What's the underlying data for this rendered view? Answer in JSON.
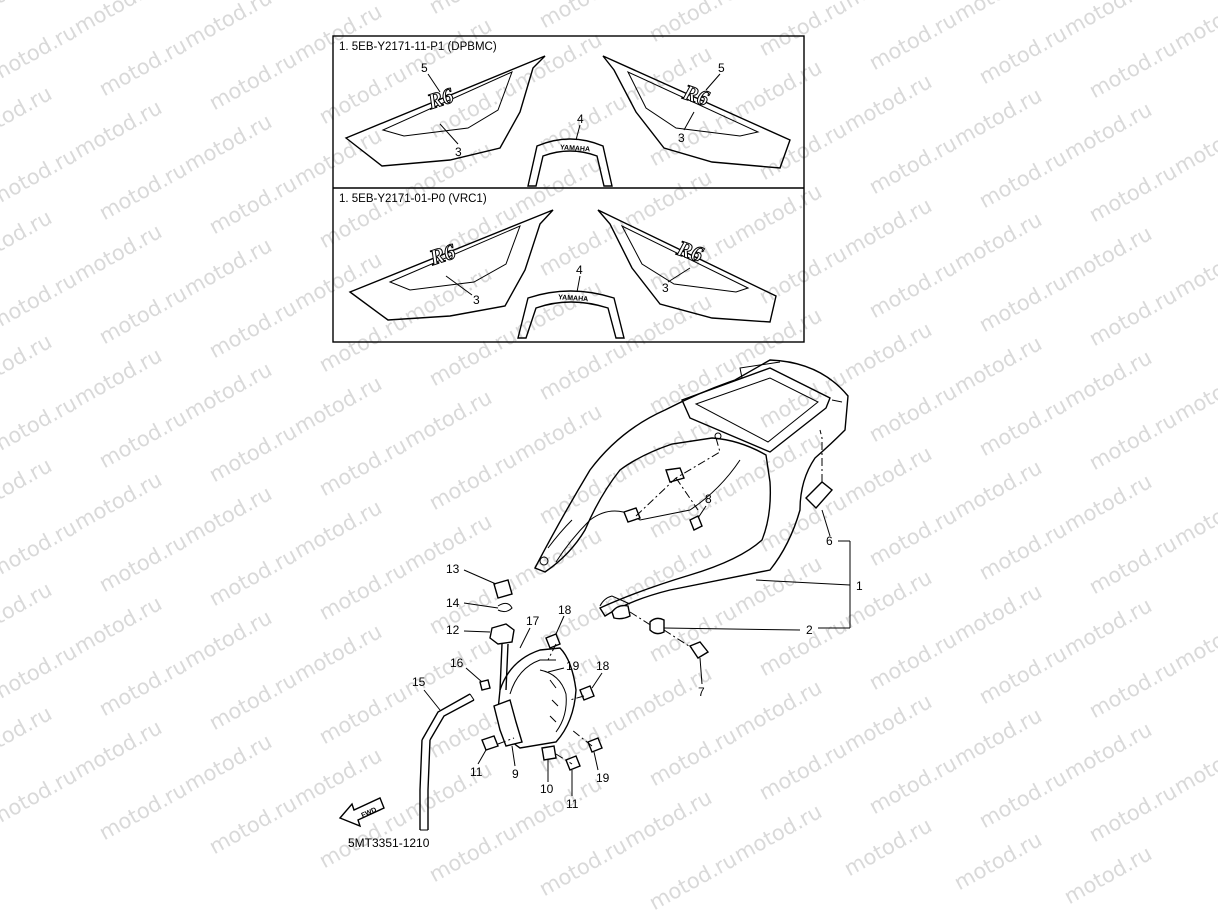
{
  "watermark": {
    "text": "motod.ru"
  },
  "variants": [
    {
      "code": "1. 5EB-Y2171-11-P1 (DPBMC)"
    },
    {
      "code": "1. 5EB-Y2171-01-P0 (VRC1)"
    }
  ],
  "decals": {
    "logo_text": "R6",
    "brand_text": "YAMAHA"
  },
  "callouts": {
    "c1": "1",
    "c2": "2",
    "c3": "3",
    "c4": "4",
    "c5": "5",
    "c6": "6",
    "c7": "7",
    "c8": "8",
    "c9": "9",
    "c10": "10",
    "c11": "11",
    "c12": "12",
    "c13": "13",
    "c14": "14",
    "c15": "15",
    "c16": "16",
    "c17": "17",
    "c18": "18",
    "c19": "19"
  },
  "fwd_label": "FWD",
  "diagram_code": "5MT3351-1210"
}
